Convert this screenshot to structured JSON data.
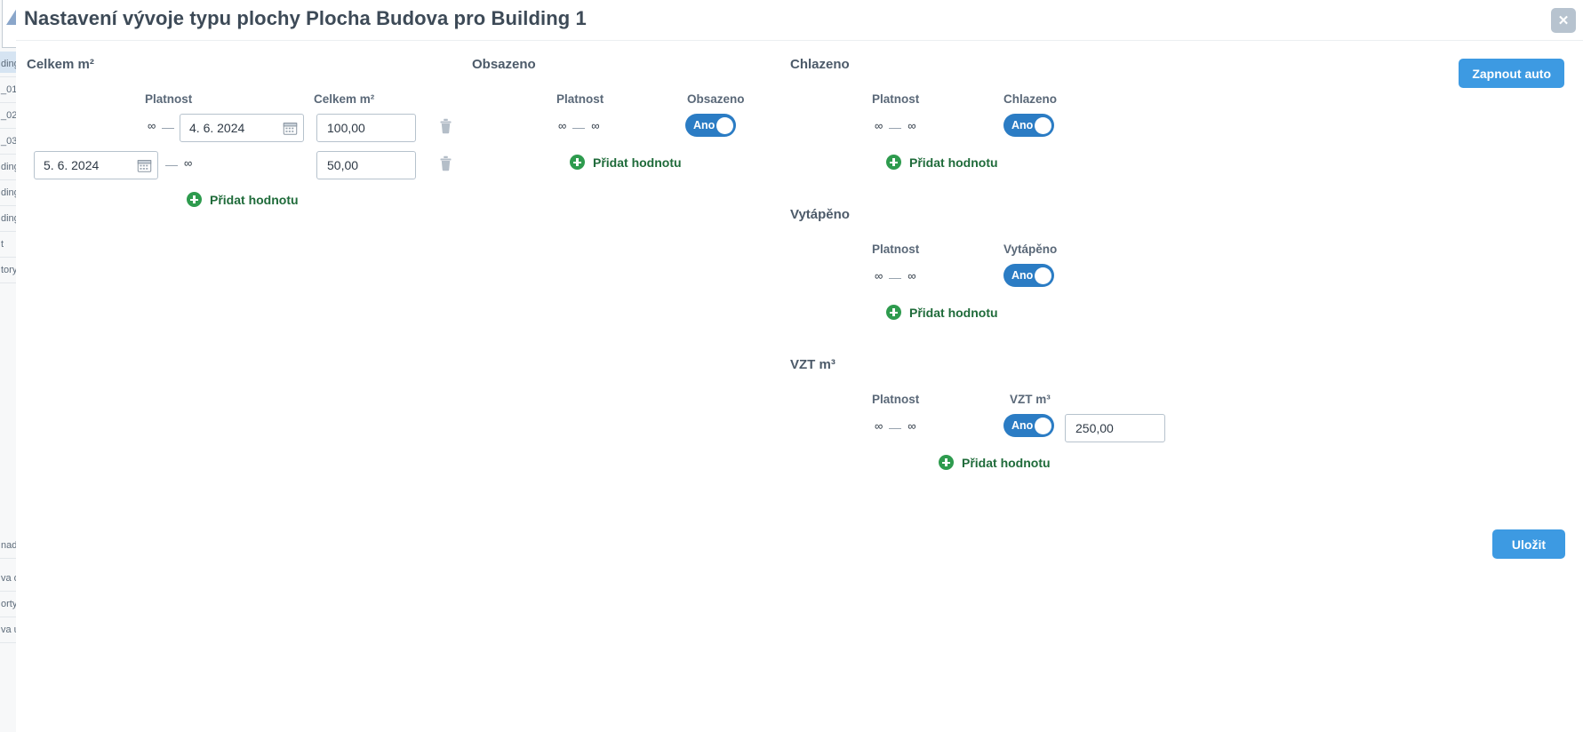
{
  "background": {
    "rows": [
      "ding",
      "_01",
      "_02",
      "_03",
      "ding",
      "ding",
      "ding",
      "t",
      "tory",
      "nadr",
      "va o",
      "orty",
      "va u"
    ]
  },
  "dialog": {
    "title": "Nastavení vývoje typu plochy Plocha Budova pro Building 1",
    "close_icon": "close-icon",
    "auto_button": "Zapnout auto",
    "save_button": "Uložit"
  },
  "labels": {
    "platnost": "Platnost",
    "add_value": "Přidat hodnotu",
    "toggle_yes": "Ano",
    "infinity": "∞"
  },
  "sections": {
    "celkem": {
      "title": "Celkem m²",
      "col_validity": "Platnost",
      "col_value": "Celkem m²",
      "rows": [
        {
          "from": "∞",
          "to": "4. 6. 2024",
          "from_is_infinite": true,
          "to_is_infinite": false,
          "value": "100,00"
        },
        {
          "from": "5. 6. 2024",
          "to": "∞",
          "from_is_infinite": false,
          "to_is_infinite": true,
          "value": "50,00"
        }
      ],
      "add_label": "Přidat hodnotu"
    },
    "obsazeno": {
      "title": "Obsazeno",
      "col_validity": "Platnost",
      "col_value": "Obsazeno",
      "rows": [
        {
          "from": "∞",
          "to": "∞",
          "toggle": "Ano"
        }
      ],
      "add_label": "Přidat hodnotu"
    },
    "chlazeno": {
      "title": "Chlazeno",
      "col_validity": "Platnost",
      "col_value": "Chlazeno",
      "rows": [
        {
          "from": "∞",
          "to": "∞",
          "toggle": "Ano"
        }
      ],
      "add_label": "Přidat hodnotu"
    },
    "vytapeno": {
      "title": "Vytápěno",
      "col_validity": "Platnost",
      "col_value": "Vytápěno",
      "rows": [
        {
          "from": "∞",
          "to": "∞",
          "toggle": "Ano"
        }
      ],
      "add_label": "Přidat hodnotu"
    },
    "vzt": {
      "title": "VZT m³",
      "col_validity": "Platnost",
      "col_value": "VZT m³",
      "rows": [
        {
          "from": "∞",
          "to": "∞",
          "toggle": "Ano",
          "value": "250,00"
        }
      ],
      "add_label": "Přidat hodnotu"
    }
  },
  "colors": {
    "primary_blue": "#3d9ae2",
    "toggle_blue": "#2b7cc4",
    "add_green": "#2e9b4e",
    "add_text_green": "#1f6b3a",
    "heading_gray": "#4c5a69",
    "close_gray": "#b7c3cf"
  }
}
